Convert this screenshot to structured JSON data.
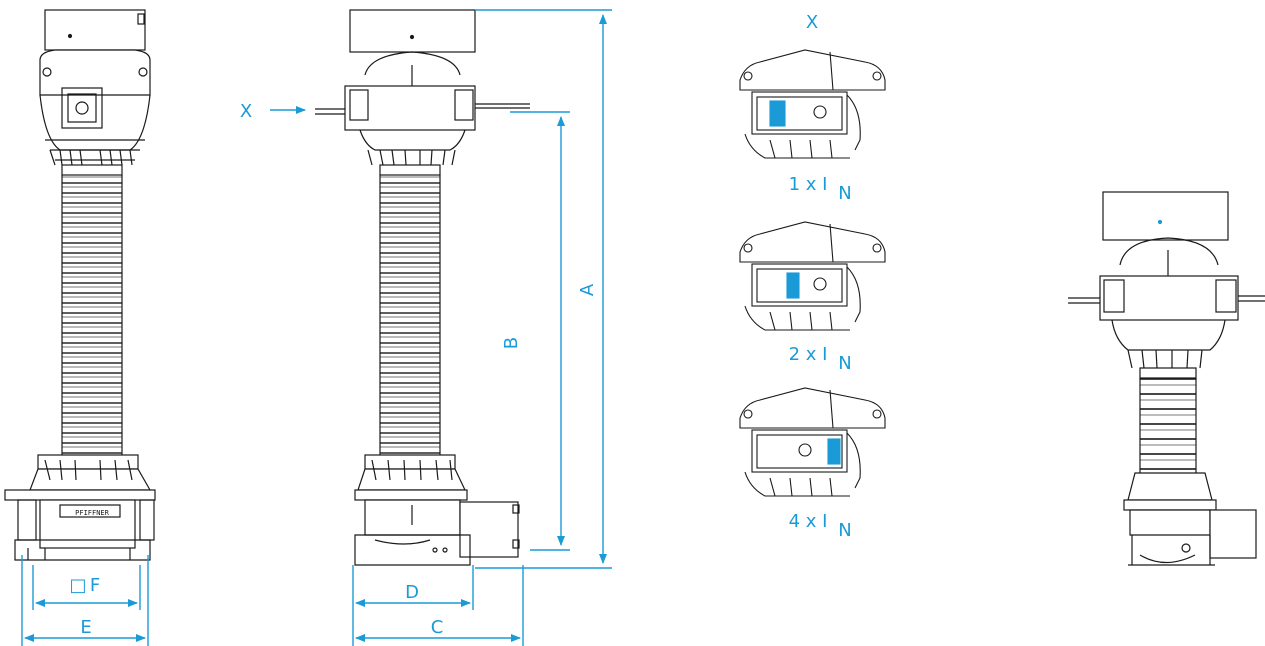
{
  "colors": {
    "dimension": "#1a9bd7",
    "outline": "#1a1a1a",
    "highlight": "#1a9bd7"
  },
  "labels": {
    "dim_a": "A",
    "dim_b": "B",
    "dim_c": "C",
    "dim_d": "D",
    "dim_e": "E",
    "dim_f": "F",
    "dim_f_symbol": "□",
    "view_x_arrow": "X",
    "view_x_title": "X",
    "rating_1_prefix": "1 x I",
    "rating_2_prefix": "2 x I",
    "rating_4_prefix": "4 x I",
    "rating_sub": "N",
    "nameplate": "PFIFFNER"
  }
}
